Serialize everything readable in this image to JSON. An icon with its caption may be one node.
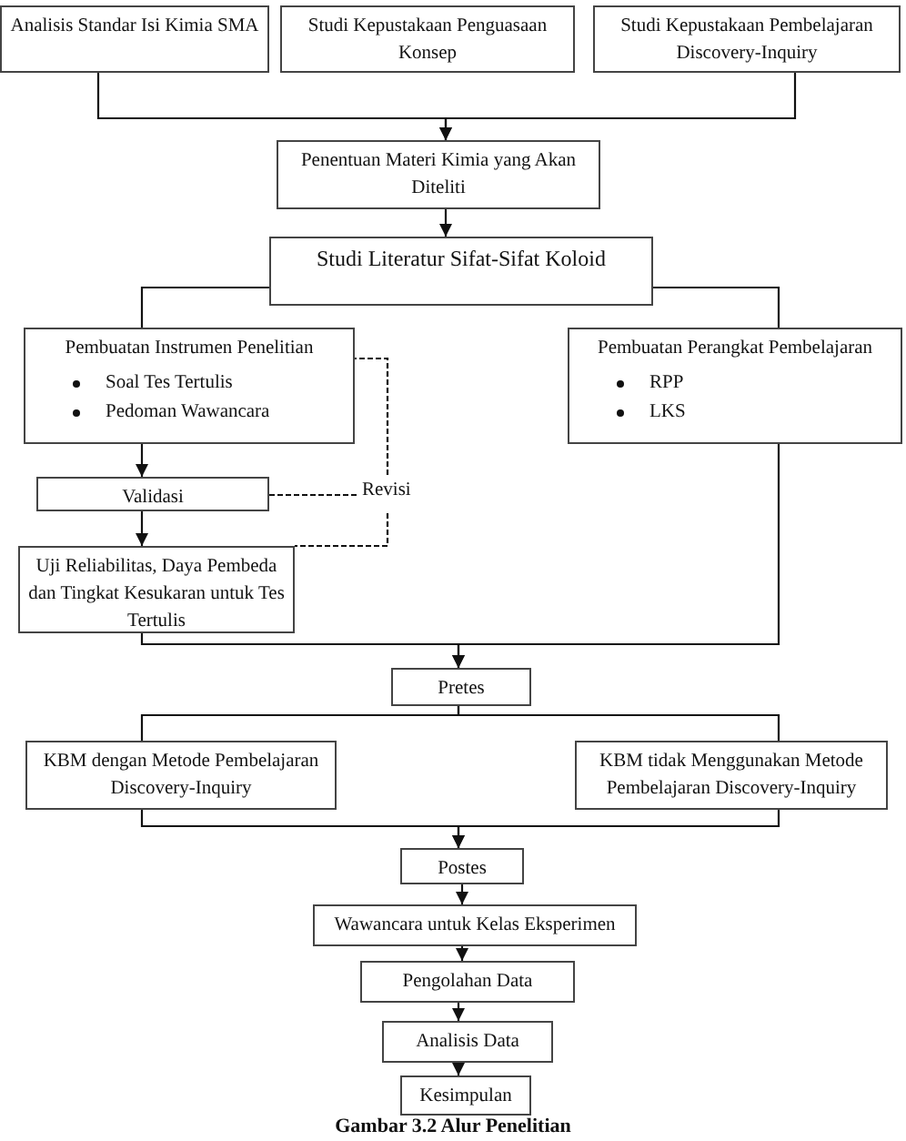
{
  "diagram": {
    "caption": "Gambar 3.2 Alur Penelitian",
    "nodes": [
      {
        "text": [
          "Analisis Standar Isi Kimia SMA"
        ]
      },
      {
        "text": [
          "Studi Kepustakaan Penguasaan Konsep"
        ]
      },
      {
        "text": [
          "Studi Kepustakaan Pembelajaran Discovery-Inquiry"
        ]
      },
      {
        "text": [
          "Penentuan Materi Kimia yang Akan Diteliti"
        ]
      },
      {
        "text": [
          "Studi Literatur Sifat-Sifat Koloid"
        ]
      },
      {
        "text": [
          "Pembuatan Instrumen Penelitian",
          "Soal Tes Tertulis",
          "Pedoman Wawancara"
        ]
      },
      {
        "text": [
          "Pembuatan Perangkat Pembelajaran",
          "RPP",
          "LKS"
        ]
      },
      {
        "text": [
          "Validasi"
        ]
      },
      {
        "text": [
          "Revisi"
        ]
      },
      {
        "text": [
          "Uji Reliabilitas, Daya Pembeda dan Tingkat Kesukaran untuk Tes Tertulis"
        ]
      },
      {
        "text": [
          "Pretes"
        ]
      },
      {
        "text": [
          "KBM dengan Metode Pembelajaran Discovery-Inquiry"
        ]
      },
      {
        "text": [
          "KBM tidak Menggunakan Metode Pembelajaran Discovery-Inquiry"
        ]
      },
      {
        "text": [
          "Postes"
        ]
      },
      {
        "text": [
          "Wawancara untuk Kelas Eksperimen"
        ]
      },
      {
        "text": [
          "Pengolahan Data"
        ]
      },
      {
        "text": [
          "Analisis Data"
        ]
      },
      {
        "text": [
          "Kesimpulan"
        ]
      }
    ],
    "edges": [
      {
        "from": 0,
        "to": 3,
        "arrow": "to"
      },
      {
        "from": 2,
        "to": 3,
        "arrow": "to"
      },
      {
        "from": 3,
        "to": 4,
        "arrow": "to"
      },
      {
        "from": 4,
        "to": 5,
        "arrow": "none"
      },
      {
        "from": 4,
        "to": 6,
        "arrow": "none"
      },
      {
        "from": 5,
        "to": 7,
        "arrow": "to"
      },
      {
        "from": 7,
        "to": 8,
        "arrow": "none",
        "style": "dashed"
      },
      {
        "from": 8,
        "to": 5,
        "arrow": "none",
        "style": "dashed"
      },
      {
        "from": 8,
        "to": 9,
        "arrow": "none",
        "style": "dashed"
      },
      {
        "from": 7,
        "to": 9,
        "arrow": "to"
      },
      {
        "from": 9,
        "to": 10,
        "arrow": "to"
      },
      {
        "from": 6,
        "to": 10,
        "arrow": "to"
      },
      {
        "from": 10,
        "to": 11,
        "arrow": "none"
      },
      {
        "from": 10,
        "to": 12,
        "arrow": "none"
      },
      {
        "from": 11,
        "to": 13,
        "arrow": "to"
      },
      {
        "from": 12,
        "to": 13,
        "arrow": "to"
      },
      {
        "from": 13,
        "to": 14,
        "arrow": "to"
      },
      {
        "from": 14,
        "to": 15,
        "arrow": "to"
      },
      {
        "from": 15,
        "to": 16,
        "arrow": "to"
      },
      {
        "from": 16,
        "to": 17,
        "arrow": "to"
      }
    ]
  }
}
